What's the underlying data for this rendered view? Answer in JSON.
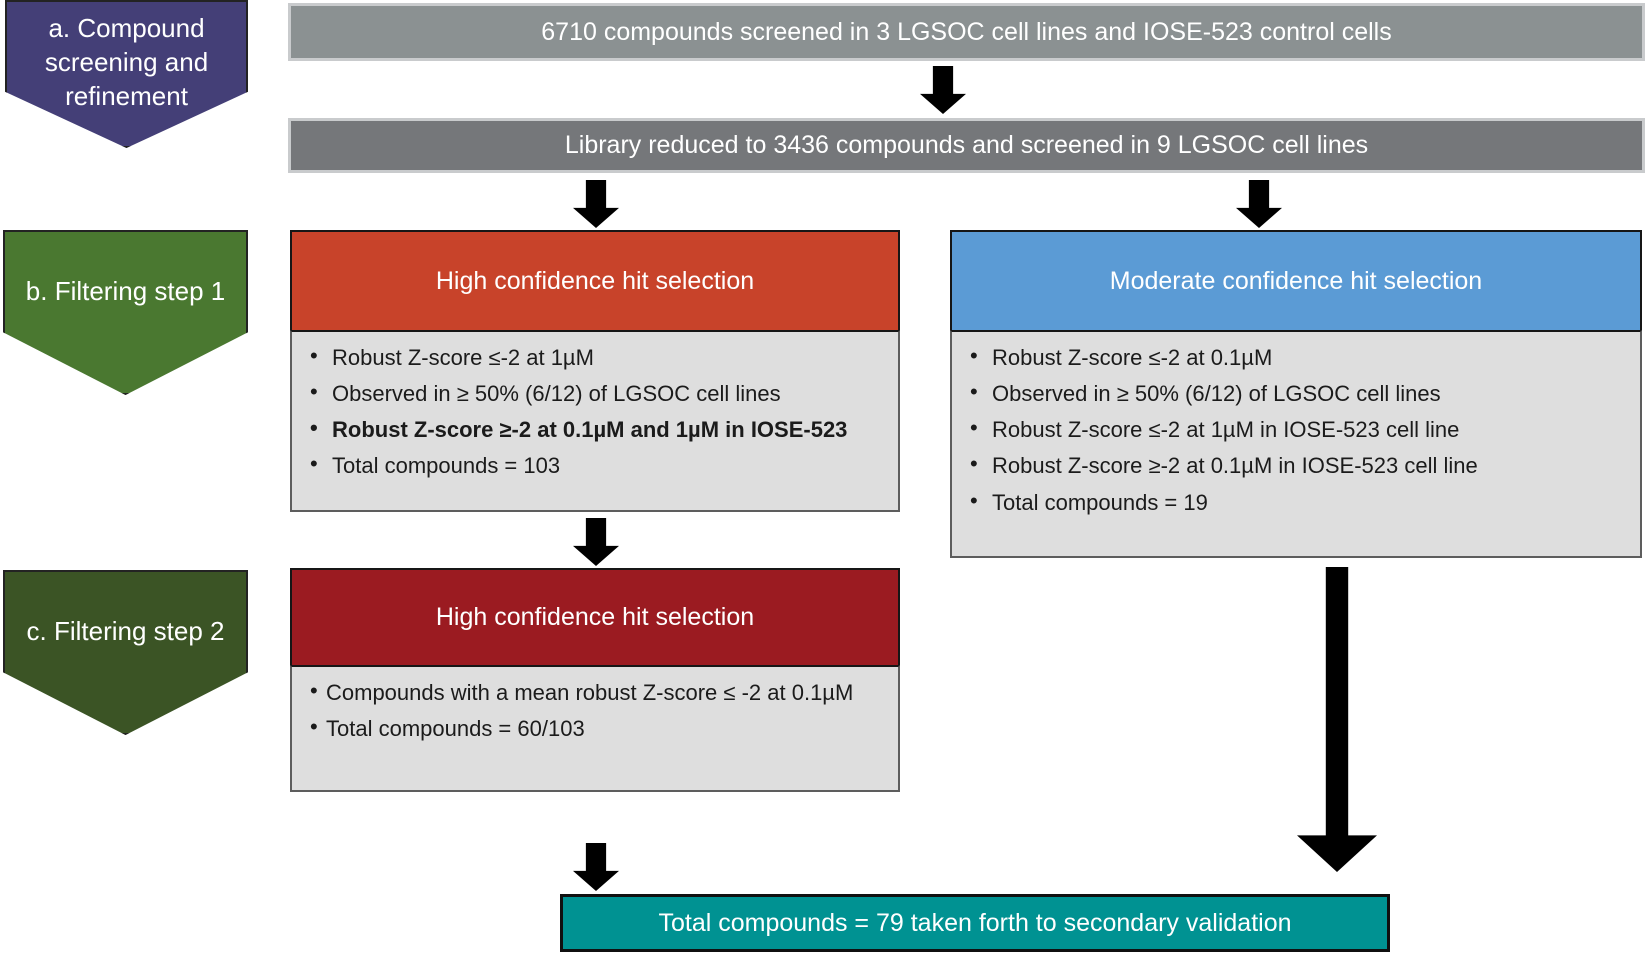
{
  "figure": {
    "type": "flowchart",
    "title": "Compound screening and hit-selection workflow"
  },
  "stages": [
    {
      "key": "a",
      "label": "a. Compound screening and refinement",
      "color": "#443f77"
    },
    {
      "key": "b",
      "label": "b. Filtering step 1",
      "color": "#4a7830"
    },
    {
      "key": "c",
      "label": "c. Filtering step 2",
      "color": "#3b5425"
    }
  ],
  "process_bars": [
    {
      "id": "screen1",
      "text": "6710 compounds screened in 3 LGSOC cell lines and IOSE-523 control cells",
      "color": "#8b9192"
    },
    {
      "id": "screen2",
      "text": "Library reduced to 3436 compounds and screened in 9 LGSOC cell lines",
      "color": "#75777a"
    }
  ],
  "panels": [
    {
      "id": "high-confidence-step1",
      "header": "High confidence hit selection",
      "header_color": "#c8432a",
      "bullets": [
        "Robust Z-score ≤-2 at 1µM",
        "Observed in ≥ 50% (6/12) of LGSOC cell lines",
        "Robust Z-score ≥-2 at 0.1µM and 1µM in IOSE-523",
        "Total compounds = 103"
      ]
    },
    {
      "id": "moderate-confidence",
      "header": "Moderate confidence hit selection",
      "header_color": "#5b9bd5",
      "bullets": [
        "Robust Z-score ≤-2 at 0.1µM",
        "Observed in ≥ 50% (6/12) of LGSOC cell lines",
        "Robust Z-score ≤-2 at 1µM in IOSE-523 cell line",
        "Robust Z-score ≥-2 at 0.1µM in IOSE-523 cell line",
        "Total compounds = 19"
      ]
    },
    {
      "id": "high-confidence-step2",
      "header": "High confidence hit selection",
      "header_color": "#9b1b21",
      "bullets": [
        "Compounds with a mean robust Z-score ≤ -2 at 0.1µM",
        "Total compounds = 60/103"
      ]
    }
  ],
  "outcome": {
    "id": "final-outcome",
    "text": "Total compounds = 79 taken forth to secondary validation",
    "color": "#009292"
  },
  "connectors": [
    {
      "id": "arrow-screen1-to-screen2"
    },
    {
      "id": "arrow-screen2-to-high-confidence"
    },
    {
      "id": "arrow-screen2-to-moderate-confidence"
    },
    {
      "id": "arrow-high-confidence-step1-to-step2"
    },
    {
      "id": "arrow-high-confidence-step2-to-outcome"
    },
    {
      "id": "arrow-moderate-confidence-to-outcome"
    }
  ]
}
